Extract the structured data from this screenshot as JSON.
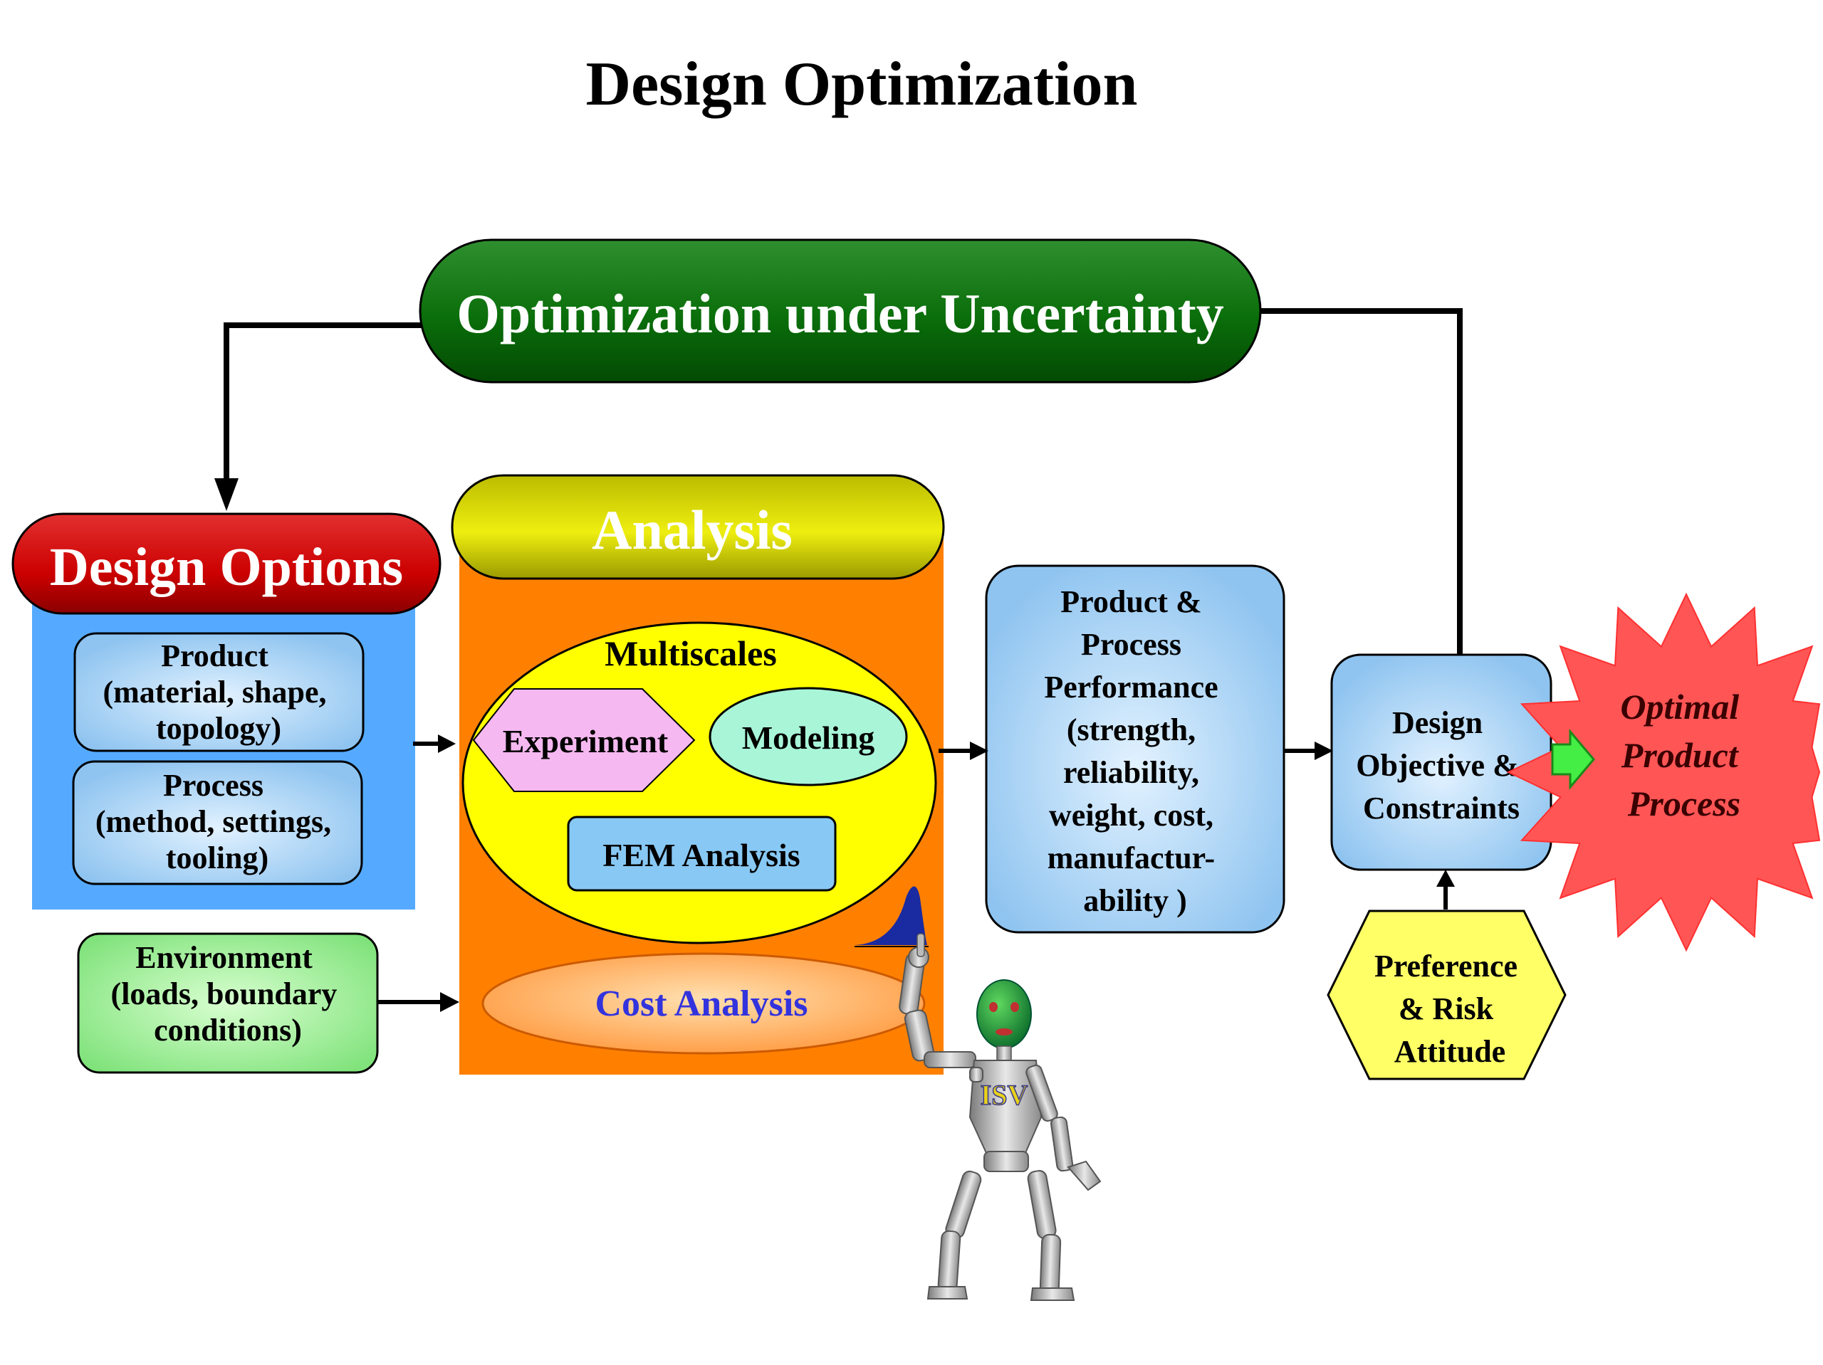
{
  "title": "Design Optimization",
  "optimization_label": "Optimization under Uncertainty",
  "design_options": {
    "header": "Design Options",
    "product_lines": [
      "Product",
      "(material, shape,",
      "topology)"
    ],
    "process_lines": [
      "Process",
      "(method, settings,",
      "tooling)"
    ]
  },
  "environment_lines": [
    "Environment",
    "(loads, boundary",
    "conditions)"
  ],
  "analysis": {
    "header": "Analysis",
    "multiscales": "Multiscales",
    "experiment": "Experiment",
    "modeling": "Modeling",
    "fem": "FEM Analysis",
    "cost": "Cost Analysis"
  },
  "performance_lines": [
    "Product &",
    "Process",
    "Performance",
    "(strength,",
    "reliability,",
    "weight, cost,",
    "manufactur-",
    "ability )"
  ],
  "objective_lines": [
    "Design",
    "Objective &",
    "Constraints"
  ],
  "preference_lines": [
    "Preference",
    "& Risk",
    "Attitude"
  ],
  "optimal_lines": [
    "Optimal",
    "Product",
    "Process"
  ],
  "robot_label": "ISV",
  "colors": {
    "green_pill": "#0a6e0a",
    "red_pill": "#cc0000",
    "blue_panel": "#55aaff",
    "light_blue_box": "#a9d4f5",
    "orange_panel": "#ff8000",
    "yellow": "#ffff00",
    "pink_hex": "#f5b8f0",
    "aqua_ellipse": "#a8f5d8",
    "env_green": "#aaf5a0",
    "star_red": "#ff5555",
    "cost_text": "#3333dd"
  }
}
